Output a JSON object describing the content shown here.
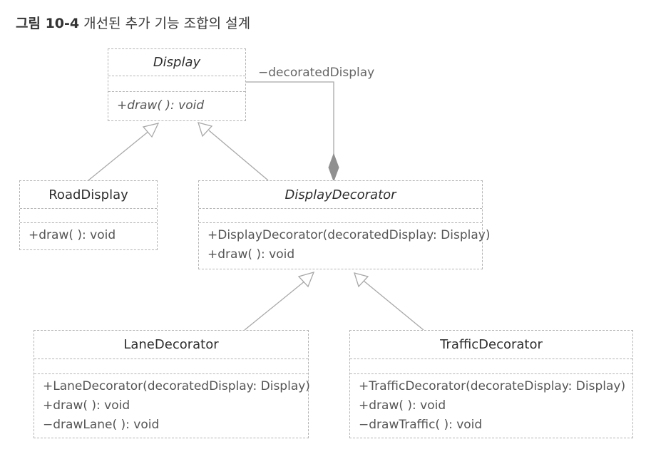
{
  "figure": {
    "number": "그림 10-4",
    "caption": "개선된 추가 기능 조합의 설계"
  },
  "classes": {
    "display": {
      "name": "Display",
      "operations": [
        "+draw( ): void"
      ]
    },
    "road_display": {
      "name": "RoadDisplay",
      "operations": [
        "+draw( ): void"
      ]
    },
    "display_decorator": {
      "name": "DisplayDecorator",
      "operations": [
        "+DisplayDecorator(decoratedDisplay: Display)",
        "+draw( ): void"
      ]
    },
    "lane_decorator": {
      "name": "LaneDecorator",
      "operations": [
        "+LaneDecorator(decoratedDisplay: Display)",
        "+draw( ): void",
        "−drawLane( ): void"
      ]
    },
    "traffic_decorator": {
      "name": "TrafficDecorator",
      "operations": [
        "+TrafficDecorator(decorateDisplay: Display)",
        "+draw( ): void",
        "−drawTraffic( ): void"
      ]
    }
  },
  "associations": {
    "decorated_role": "−decoratedDisplay"
  },
  "colors": {
    "line": "#a8a8a8",
    "border": "#b4b4b4",
    "diamond": "#909090"
  }
}
